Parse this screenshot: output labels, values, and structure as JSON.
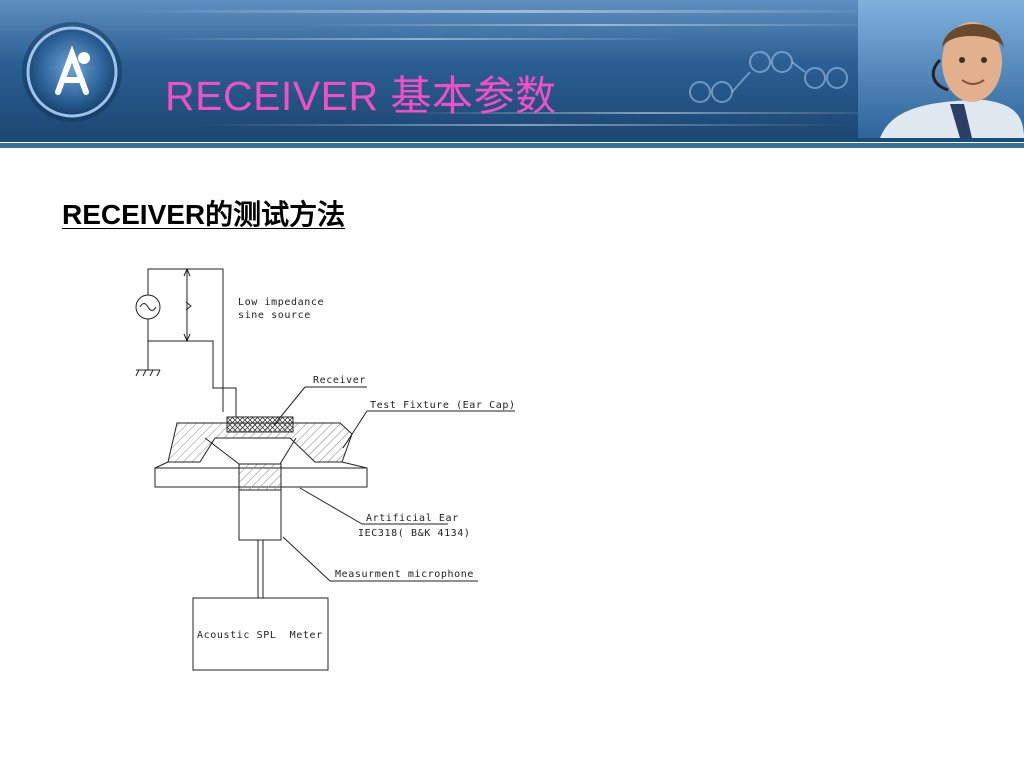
{
  "header": {
    "title": "RECEIVER 基本参数",
    "logo_icon": "company-logo",
    "photo": "headset-person-photo",
    "colors": {
      "title": "#f04fc7",
      "band": "#2b5f93",
      "rule": "#1e4a78"
    }
  },
  "slide": {
    "subtitle": "RECEIVER的测试方法"
  },
  "diagram": {
    "labels": {
      "source_line1": "Low impedance",
      "source_line2": "sine source",
      "receiver": "Receiver",
      "fixture": "Test Fixture (Ear Cap)",
      "ear_line1": "Artificial Ear",
      "ear_line2": "IEC318( B&K 4134)",
      "microphone": "Measurment microphone",
      "meter": "Acoustic SPL  Meter"
    }
  }
}
